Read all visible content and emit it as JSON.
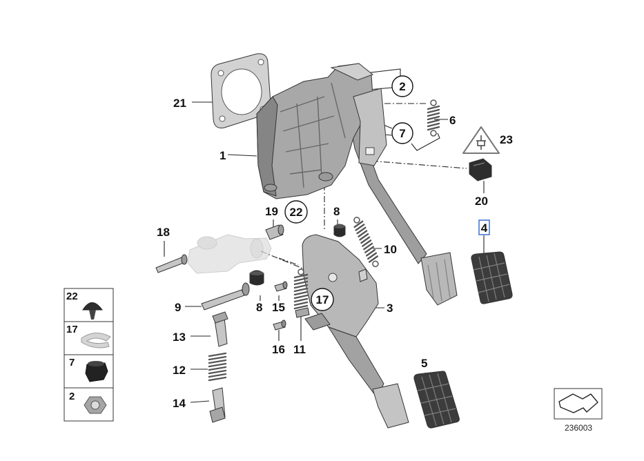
{
  "callouts": [
    "21",
    "1",
    "2",
    "6",
    "7",
    "23",
    "20",
    "4",
    "18",
    "19",
    "22",
    "8",
    "10",
    "3",
    "9",
    "8",
    "15",
    "17",
    "16",
    "11",
    "13",
    "12",
    "14",
    "5"
  ],
  "legend": [
    "22",
    "17",
    "7",
    "2"
  ],
  "reference_number": "236003",
  "colors": {
    "part_fill": "#b3b3b3",
    "rubber_pad": "#3c3c3c",
    "highlight_box": "#3b6fd1"
  }
}
